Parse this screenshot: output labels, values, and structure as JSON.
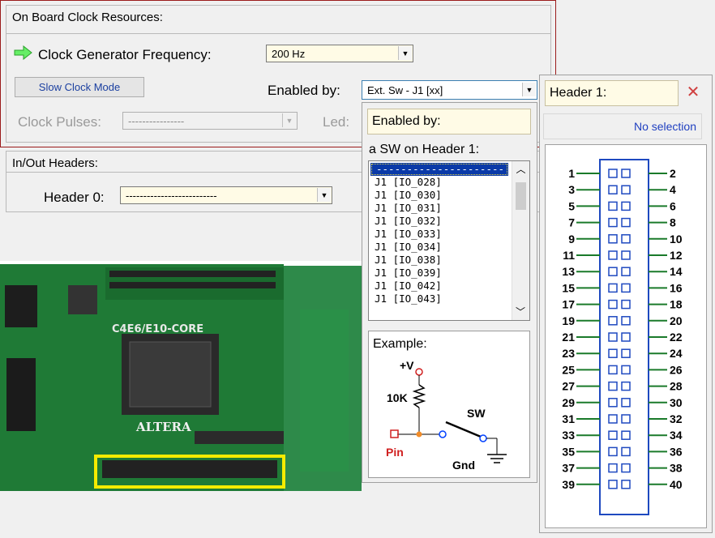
{
  "clock_group": {
    "title": "On Board Clock Resources:",
    "freq_label": "Clock Generator Frequency:",
    "freq_value": "200 Hz",
    "slow_clock_button": "Slow Clock Mode",
    "enabled_by_label": "Enabled by:",
    "enabled_by_value": "Ext. Sw - J1 [xx]",
    "pulses_label": "Clock Pulses:",
    "pulses_value": "----------------",
    "led_label": "Led:"
  },
  "io_group": {
    "title": "In/Out Headers:",
    "header0_label": "Header 0:",
    "header0_value": "--------------------------"
  },
  "dropdown_popup": {
    "title": "Enabled by:",
    "subtitle": "a SW on Header 1:",
    "items": [
      "--------------------------",
      "J1 [IO_028]",
      "J1 [IO_030]",
      "J1 [IO_031]",
      "J1 [IO_032]",
      "J1 [IO_033]",
      "J1 [IO_034]",
      "J1 [IO_038]",
      "J1 [IO_039]",
      "J1 [IO_042]",
      "J1 [IO_043]"
    ],
    "example_label": "Example:",
    "schematic": {
      "vplus": "+V",
      "resistor": "10K",
      "switch": "SW",
      "pin": "Pin",
      "gnd": "Gnd"
    }
  },
  "header_panel": {
    "title": "Header 1:",
    "selection": "No selection",
    "pins_left": [
      "1",
      "3",
      "5",
      "7",
      "9",
      "11",
      "13",
      "15",
      "17",
      "19",
      "21",
      "23",
      "25",
      "27",
      "29",
      "31",
      "33",
      "35",
      "37",
      "39"
    ],
    "pins_right": [
      "2",
      "4",
      "6",
      "8",
      "10",
      "12",
      "14",
      "16",
      "18",
      "20",
      "22",
      "24",
      "26",
      "28",
      "30",
      "32",
      "34",
      "36",
      "38",
      "40"
    ]
  },
  "board": {
    "chip_label": "C4E6/E10-CORE",
    "brand": "ALTERA",
    "highlight_color": "#f5eb00"
  }
}
